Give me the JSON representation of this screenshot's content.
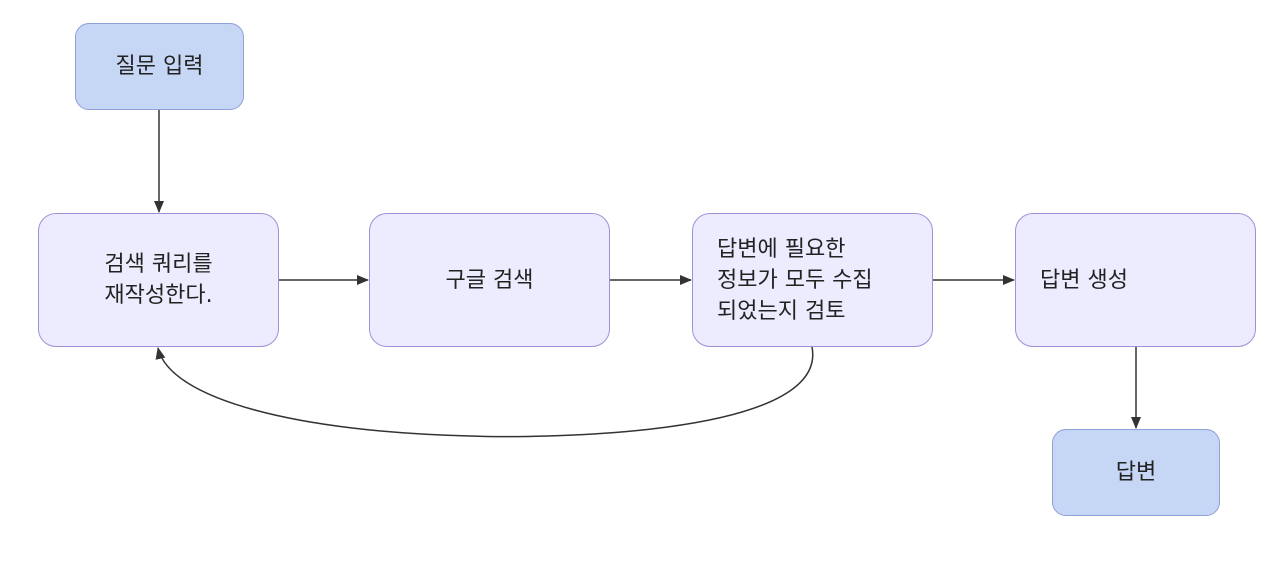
{
  "nodes": {
    "input": {
      "lines": [
        "질문 입력"
      ]
    },
    "rewrite": {
      "lines": [
        "검색 쿼리를",
        "재작성한다."
      ]
    },
    "search": {
      "lines": [
        "구글 검색"
      ]
    },
    "check": {
      "lines": [
        "답변에 필요한",
        "정보가 모두 수집",
        "되었는지 검토"
      ]
    },
    "generate": {
      "lines": [
        "답변 생성"
      ]
    },
    "answer": {
      "lines": [
        "답변"
      ]
    }
  },
  "edges": [
    {
      "from": "input",
      "to": "rewrite"
    },
    {
      "from": "rewrite",
      "to": "search"
    },
    {
      "from": "search",
      "to": "check"
    },
    {
      "from": "check",
      "to": "generate"
    },
    {
      "from": "generate",
      "to": "answer"
    },
    {
      "from": "check",
      "to": "rewrite"
    }
  ],
  "colors": {
    "process_fill": "#ececfe",
    "process_border": "#9b93d6",
    "io_fill": "#c6d6f5",
    "io_border": "#8f9fd9",
    "edge": "#333333"
  }
}
